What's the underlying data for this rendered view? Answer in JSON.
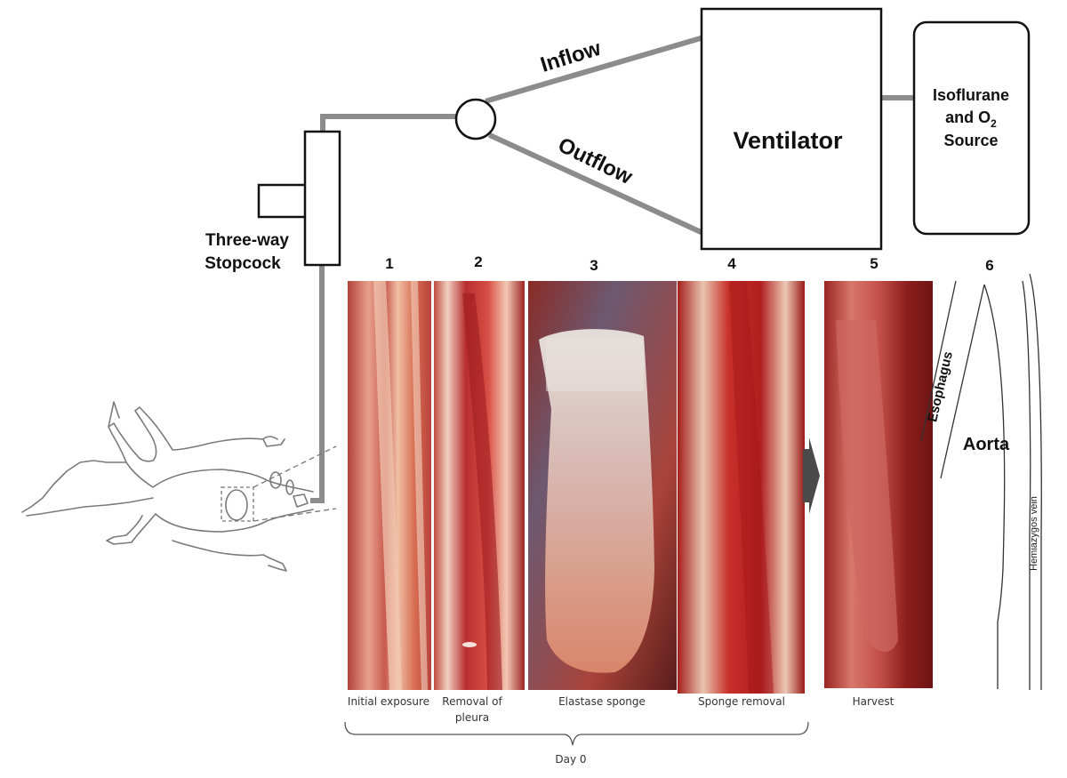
{
  "labels": {
    "inflow": "Inflow",
    "outflow": "Outflow",
    "ventilator": "Ventilator",
    "source_line1": "Isoflurane",
    "source_line2_prefix": "and O",
    "source_line2_sub": "2",
    "source_line3": "Source",
    "stopcock_line1": "Three-way",
    "stopcock_line2": "Stopcock"
  },
  "steps": [
    {
      "number": "1",
      "caption": [
        "Initial exposure"
      ]
    },
    {
      "number": "2",
      "caption": [
        "Removal of",
        "pleura"
      ]
    },
    {
      "number": "3",
      "caption": [
        "Elastase sponge"
      ]
    },
    {
      "number": "4",
      "caption": [
        "Sponge removal"
      ]
    },
    {
      "number": "5",
      "caption": [
        "Harvest"
      ]
    },
    {
      "number": "6",
      "caption": []
    }
  ],
  "schematic": {
    "esophagus": "Esophagus",
    "aorta": "Aorta",
    "hemiazygos": "Hemiazygos vein"
  },
  "bracket_label": "Day 0"
}
